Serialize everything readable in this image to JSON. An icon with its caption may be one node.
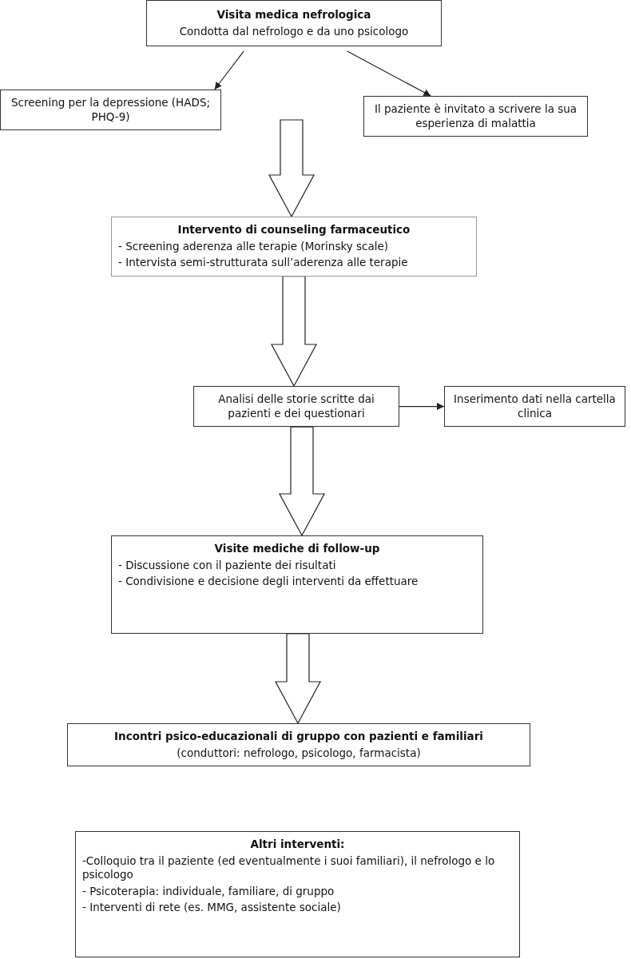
{
  "diagram": {
    "nodes": [
      {
        "text": [
          "Visita medica nefrologica",
          "Condotta dal nefrologo e da uno psicologo"
        ]
      },
      {
        "text": [
          "Screening per la depressione (HADS; PHQ-9)"
        ]
      },
      {
        "text": [
          "Il paziente è invitato a scrivere la sua esperienza di malattia"
        ]
      },
      {
        "text": [
          "Intervento di counseling farmaceutico",
          "- Screening aderenza alle terapie (Morinsky scale)",
          "- Intervista semi-strutturata sull’aderenza alle terapie"
        ]
      },
      {
        "text": [
          "Analisi delle storie scritte dai pazienti e dei questionari"
        ]
      },
      {
        "text": [
          "Inserimento dati nella cartella clinica"
        ]
      },
      {
        "text": [
          "Visite mediche di follow-up",
          "- Discussione con il paziente dei risultati",
          "- Condivisione e decisione degli interventi da effettuare"
        ]
      },
      {
        "text": [
          "Incontri psico-educazionali di gruppo con pazienti e familiari",
          "(conduttori: nefrologo, psicologo, farmacista)"
        ]
      },
      {
        "text": [
          "Altri interventi:",
          "-Colloquio tra il paziente (ed eventualmente i suoi familiari), il nefrologo e lo psicologo",
          "- Psicoterapia: individuale, familiare, di gruppo",
          "- Interventi di rete (es. MMG, assistente sociale)"
        ]
      }
    ],
    "edges": [
      {
        "from": 0,
        "to": 1,
        "arrow": "to"
      },
      {
        "from": 0,
        "to": 2,
        "arrow": "to"
      },
      {
        "from": null,
        "to": 3,
        "arrow": "to",
        "style": "thick"
      },
      {
        "from": 3,
        "to": 4,
        "arrow": "to",
        "style": "thick"
      },
      {
        "from": 4,
        "to": 5,
        "arrow": "to"
      },
      {
        "from": 4,
        "to": 6,
        "arrow": "to",
        "style": "thick"
      },
      {
        "from": 6,
        "to": 7,
        "arrow": "to",
        "style": "thick"
      }
    ]
  }
}
